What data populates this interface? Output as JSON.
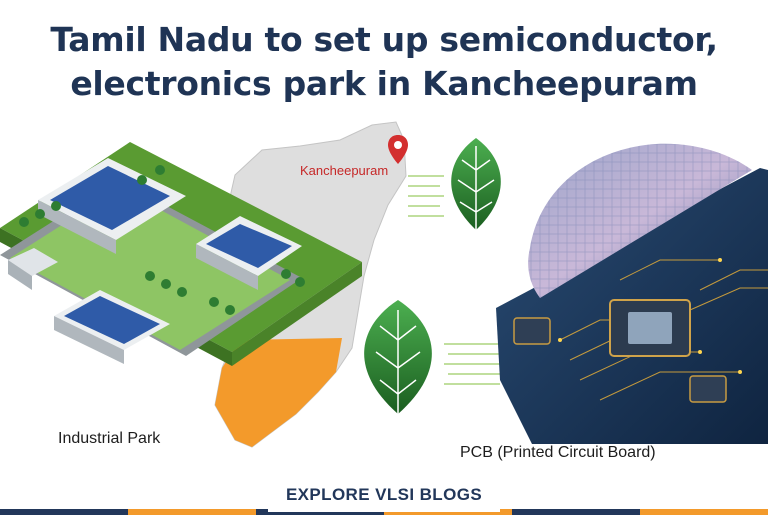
{
  "headline": {
    "line1": "Tamil Nadu to set up semiconductor,",
    "line2": "electronics park in Kancheepuram"
  },
  "map": {
    "location_label": "Kancheepuram",
    "pin_icon": "map-pin-icon"
  },
  "labels": {
    "industrial_park": "Industrial Park",
    "pcb": "PCB (Printed Circuit Board)"
  },
  "cta": {
    "label": "EXPLORE VLSI BLOGS"
  },
  "colors": {
    "headline": "#1f3455",
    "map_land": "#dedede",
    "map_highlight": "#f39a2b",
    "leaf": "#2e7d32",
    "pcb": "#1b3556",
    "bar_navy": "#22375a",
    "bar_orange": "#f39a2b"
  }
}
